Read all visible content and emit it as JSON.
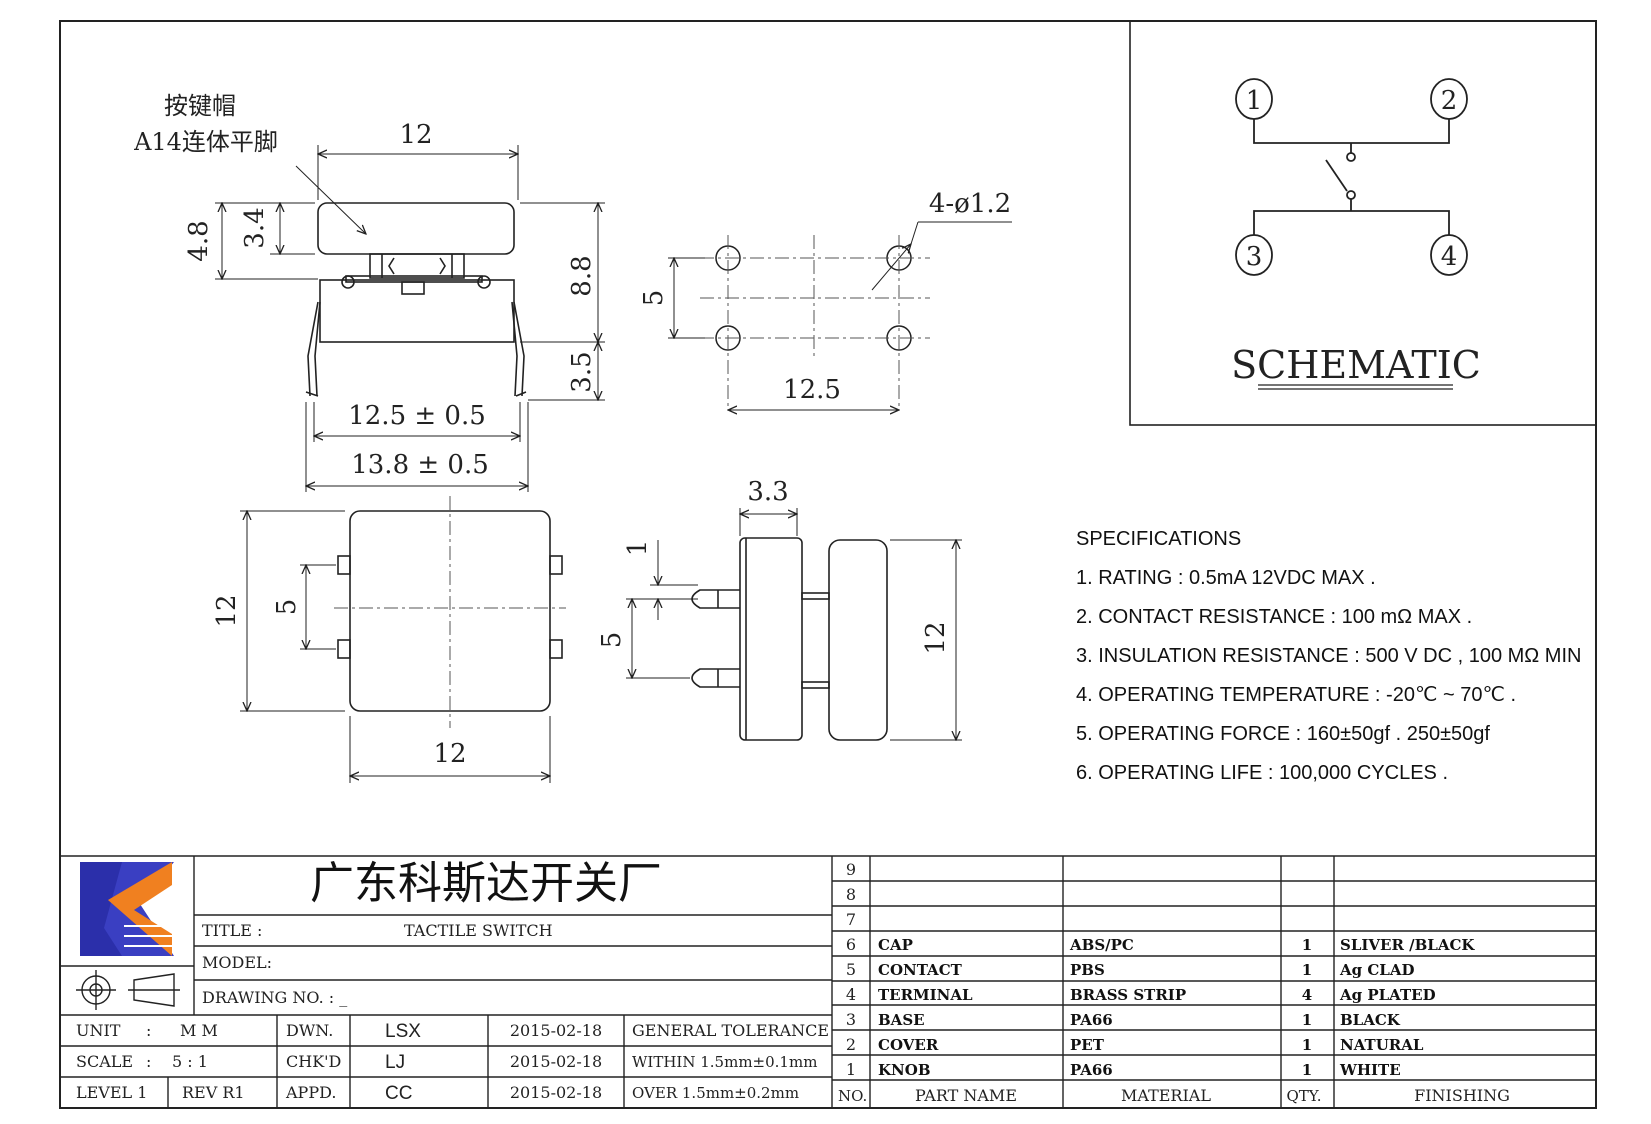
{
  "drawing": {
    "cap_label_cn": "按键帽",
    "cap_label_model": "A14连体平脚",
    "dims": {
      "top_width": "12",
      "cap_height": "3.4",
      "cap_total": "4.8",
      "body_height": "8.8",
      "leg_height": "3.5",
      "pin_span": "12.5 ± 0.5",
      "overall_span": "13.8 ± 0.5",
      "hole_spec": "4-ø1.2",
      "hole_pitch_v": "5",
      "hole_pitch_h": "12.5",
      "plan_height": "12",
      "plan_pin_pitch": "5",
      "plan_width": "12",
      "side_width": "3.3",
      "side_pin_offset": "1",
      "side_pin_pitch": "5",
      "side_height": "12"
    },
    "schematic_title": "SCHEMATIC",
    "pins": [
      "1",
      "2",
      "3",
      "4"
    ]
  },
  "specifications": {
    "heading": "SPECIFICATIONS",
    "items": [
      "1. RATING : 0.5mA 12VDC MAX .",
      "2. CONTACT RESISTANCE : 100 mΩ MAX .",
      "3. INSULATION RESISTANCE : 500 V DC , 100 MΩ MIN",
      "4. OPERATING TEMPERATURE : -20℃ ~ 70℃ .",
      "5. OPERATING FORCE : 160±50gf . 250±50gf",
      "6. OPERATING LIFE : 100,000 CYCLES ."
    ]
  },
  "title_block": {
    "company": "广东科斯达开关厂",
    "title_label": "TITLE :",
    "title_value": "TACTILE SWITCH",
    "model_label": "MODEL:",
    "drawing_no_label": "DRAWING NO. : _",
    "unit_label": "UNIT",
    "unit_sep": ":",
    "unit_value": "M M",
    "scale_label": "SCALE",
    "scale_sep": ":",
    "scale_value": "5 : 1",
    "level": "LEVEL 1",
    "rev": "REV R1",
    "rows": [
      {
        "role": "DWN.",
        "name": "LSX",
        "date": "2015-02-18",
        "note": "GENERAL TOLERANCE"
      },
      {
        "role": "CHK'D",
        "name": "LJ",
        "date": "2015-02-18",
        "note": "WITHIN 1.5mm±0.1mm"
      },
      {
        "role": "APPD.",
        "name": "CC",
        "date": "2015-02-18",
        "note": "OVER 1.5mm±0.2mm"
      }
    ]
  },
  "bom": {
    "headers": {
      "no": "NO.",
      "part": "PART NAME",
      "material": "MATERIAL",
      "qty": "QTY.",
      "finishing": "FINISHING"
    },
    "rows": [
      {
        "no": "9",
        "part": "",
        "material": "",
        "qty": "",
        "finishing": ""
      },
      {
        "no": "8",
        "part": "",
        "material": "",
        "qty": "",
        "finishing": ""
      },
      {
        "no": "7",
        "part": "",
        "material": "",
        "qty": "",
        "finishing": ""
      },
      {
        "no": "6",
        "part": "CAP",
        "material": "ABS/PC",
        "qty": "1",
        "finishing": "SLIVER /BLACK"
      },
      {
        "no": "5",
        "part": "CONTACT",
        "material": "PBS",
        "qty": "1",
        "finishing": "Ag CLAD"
      },
      {
        "no": "4",
        "part": "TERMINAL",
        "material": "BRASS STRIP",
        "qty": "4",
        "finishing": "Ag PLATED"
      },
      {
        "no": "3",
        "part": "BASE",
        "material": "PA66",
        "qty": "1",
        "finishing": "BLACK"
      },
      {
        "no": "2",
        "part": "COVER",
        "material": "PET",
        "qty": "1",
        "finishing": "NATURAL"
      },
      {
        "no": "1",
        "part": "KNOB",
        "material": "PA66",
        "qty": "1",
        "finishing": "WHITE"
      }
    ]
  }
}
